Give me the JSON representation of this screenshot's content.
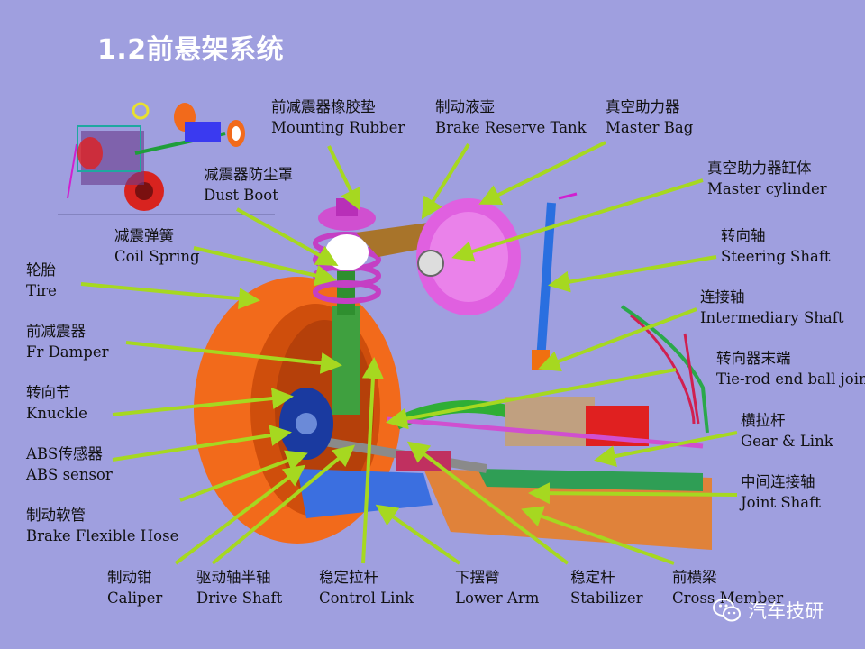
{
  "title": "1.2前悬架系统",
  "labels": {
    "mounting_rubber": {
      "zh": "前减震器橡胶垫",
      "en": "Mounting  Rubber"
    },
    "brake_tank": {
      "zh": "制动液壶",
      "en": "Brake Reserve Tank"
    },
    "master_bag": {
      "zh": "真空助力器",
      "en": "Master Bag"
    },
    "master_cylinder": {
      "zh": "真空助力器缸体",
      "en": "Master cylinder"
    },
    "dust_boot": {
      "zh": "减震器防尘罩",
      "en": "Dust Boot"
    },
    "coil_spring": {
      "zh": "减震弹簧",
      "en": "Coil Spring"
    },
    "steering_shaft": {
      "zh": "转向轴",
      "en": "Steering Shaft"
    },
    "tire": {
      "zh": "轮胎",
      "en": "Tire"
    },
    "intermediate_shaft": {
      "zh": "连接轴",
      "en": "Intermediary Shaft"
    },
    "fr_damper": {
      "zh": "前减震器",
      "en": "Fr Damper"
    },
    "tie_rod": {
      "zh": "转向器末端",
      "en": "Tie-rod end ball joint"
    },
    "knuckle": {
      "zh": "转向节",
      "en": "Knuckle"
    },
    "gear_link": {
      "zh": "横拉杆",
      "en": "Gear & Link"
    },
    "abs_sensor": {
      "zh": "ABS传感器",
      "en": "ABS sensor"
    },
    "joint_shaft": {
      "zh": "中间连接轴",
      "en": "Joint Shaft"
    },
    "brake_hose": {
      "zh": "制动软管",
      "en": "Brake Flexible Hose"
    },
    "caliper": {
      "zh": "制动钳",
      "en": "Caliper"
    },
    "drive_shaft": {
      "zh": "驱动轴半轴",
      "en": "Drive Shaft"
    },
    "control_link": {
      "zh": "稳定拉杆",
      "en": "Control Link"
    },
    "lower_arm": {
      "zh": "下摆臂",
      "en": "Lower Arm"
    },
    "stabilizer": {
      "zh": "稳定杆",
      "en": "Stabilizer"
    },
    "cross_member": {
      "zh": "前横梁",
      "en": "Cross Member"
    }
  },
  "watermark": {
    "text": "汽车技研",
    "icon": "wechat-icon"
  },
  "colors": {
    "background": "#9f9fdf",
    "arrow": "#a6d820",
    "tire": "#f26a1b",
    "spring": "#c43fc4",
    "booster": "#e060e0"
  }
}
